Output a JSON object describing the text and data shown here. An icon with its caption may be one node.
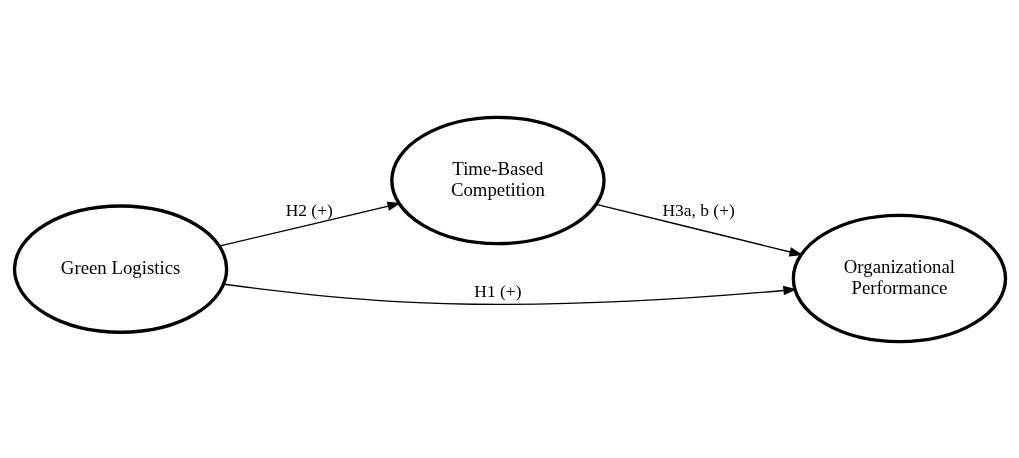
{
  "diagram": {
    "nodes": [
      {
        "text": [
          "Time-Based Competition"
        ]
      },
      {
        "text": [
          "Green Logistics"
        ]
      },
      {
        "text": [
          "Organizational Performance"
        ]
      }
    ],
    "edges": [
      {
        "from": 1,
        "to": 0,
        "arrow": "to",
        "label": "H2 (+)"
      },
      {
        "from": 0,
        "to": 2,
        "arrow": "to",
        "label": "H3a, b (+)"
      },
      {
        "from": 1,
        "to": 2,
        "arrow": "to",
        "label": "H1 (+)"
      }
    ]
  }
}
